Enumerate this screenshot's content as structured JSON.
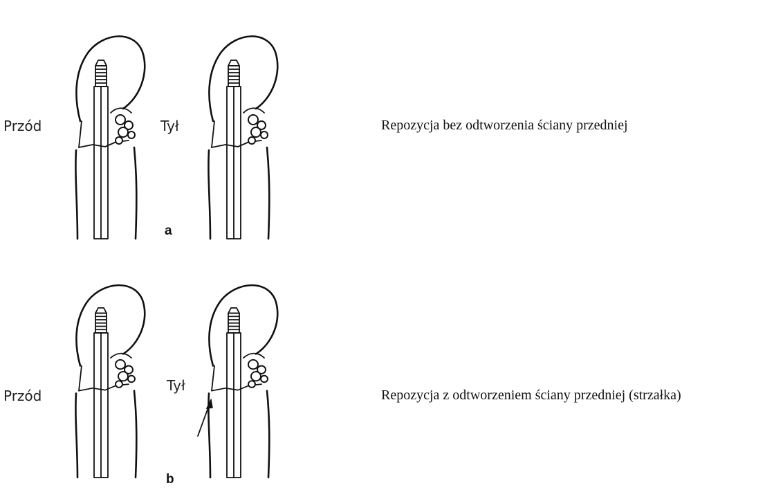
{
  "panel_a": {
    "label_front": "Przód",
    "label_back": "Tył",
    "letter": "a",
    "caption": "Repozycja bez odtworzenia ściany przedniej"
  },
  "panel_b": {
    "label_front": "Przód",
    "label_back": "Tył",
    "letter": "b",
    "caption": "Repozycja z odtworzeniem ściany przedniej (strzałka)"
  }
}
